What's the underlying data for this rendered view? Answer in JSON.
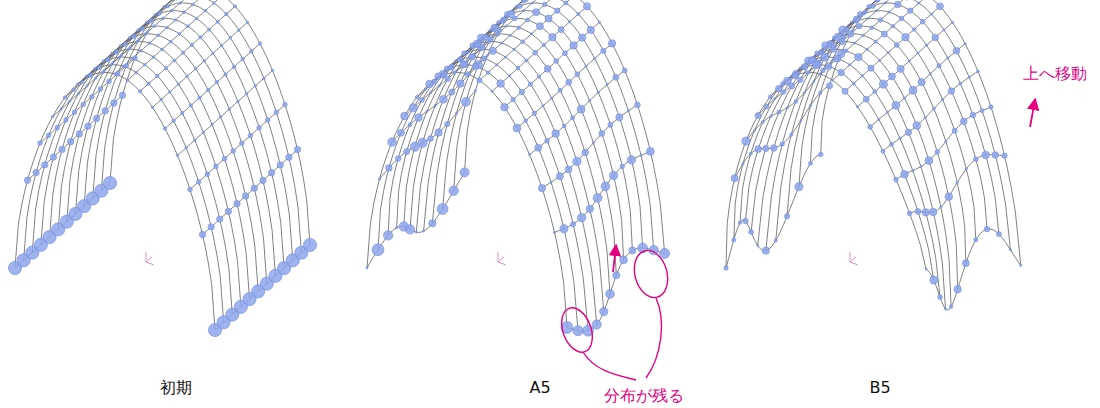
{
  "diagram": {
    "labels": [
      "初期",
      "A5",
      "B5",
      "分布が残る",
      "上へ移動"
    ]
  }
}
